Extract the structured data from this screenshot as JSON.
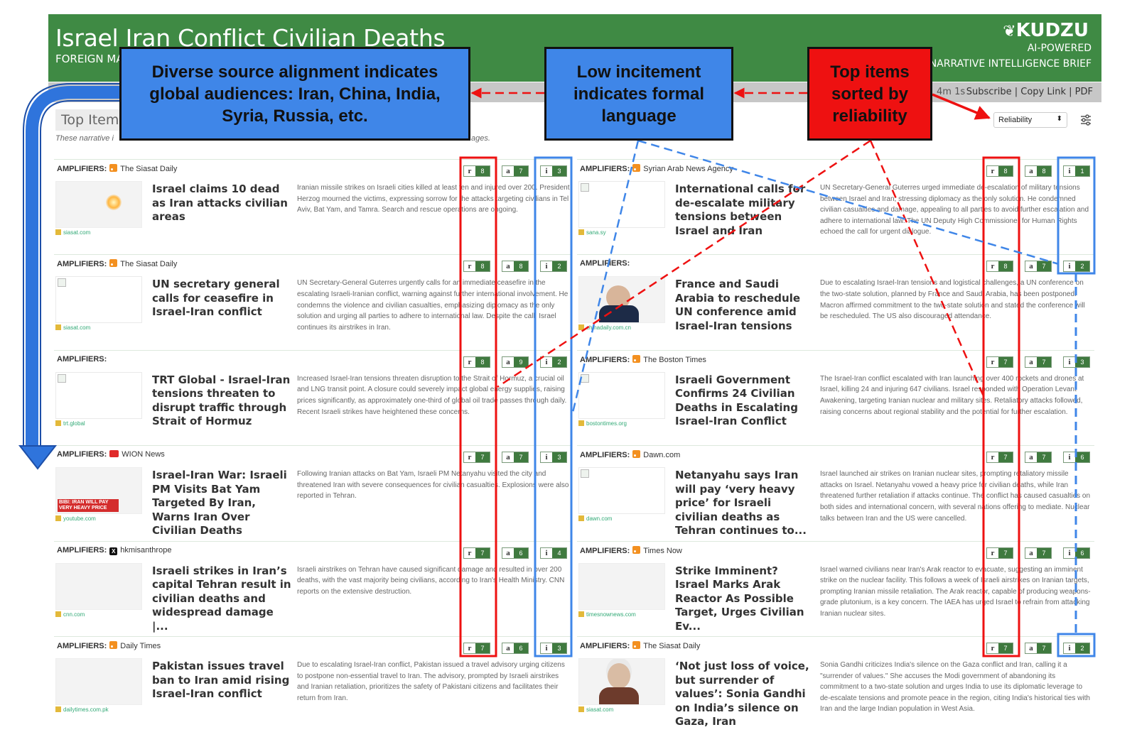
{
  "header": {
    "title": "Israel Iran Conflict Civilian Deaths",
    "subtitle": "FOREIGN MA",
    "logo": "KUDZU",
    "tagline_1": "AI-POWERED",
    "tagline_2": "NARRATIVE INTELLIGENCE BRIEF",
    "brand_color": "#3f8a44"
  },
  "toolbar": {
    "age": "4m 1s",
    "subscribe": "Subscribe",
    "copy_link": "Copy Link",
    "pdf": "PDF",
    "sep": "|"
  },
  "section": {
    "top_items": "Top Items",
    "note": "These narrative i",
    "note_end": "ages.",
    "sort_value": "Reliability",
    "filter_icon": "sliders-icon"
  },
  "callouts": {
    "sources": "Diverse source alignment indicates global audiences: Iran, China, India, Syria, Russia, etc.",
    "incitement": "Low incitement indicates formal language",
    "sorted": "Top items sorted by reliability"
  },
  "badge_letters": [
    "r",
    "a",
    "i"
  ],
  "amplifiers_label": "AMPLIFIERS:",
  "cards": [
    {
      "source": "The Siasat Daily",
      "source_icon": "rss",
      "headline": "Israel claims 10 dead as Iran attacks civilian areas",
      "summary": "Iranian missile strikes on Israeli cities killed at least ten and injured over 200. President Herzog mourned the victims, expressing sorrow for the attacks targeting civilians in Tel Aviv, Bat Yam, and Tamra. Search and rescue operations are ongoing.",
      "domain": "siasat.com",
      "thumb": "missile",
      "r": "8",
      "a": "7",
      "i": "3"
    },
    {
      "source": "Syrian Arab News Agency",
      "source_icon": "rss",
      "headline": "International calls for de-escalate military tensions between Israel and Iran",
      "summary": "UN Secretary-General Guterres urged immediate de-escalation of military tensions between Israel and Iran, stressing diplomacy as the only solution. He condemned civilian casualties and damage, appealing to all parties to avoid further escalation and adhere to international law. The UN Deputy High Commissioner for Human Rights echoed the call for urgent dialogue.",
      "domain": "sana.sy",
      "thumb": "broken",
      "r": "8",
      "a": "8",
      "i": "1"
    },
    {
      "source": "The Siasat Daily",
      "source_icon": "rss",
      "headline": "UN secretary general calls for ceasefire in Israel-Iran conflict",
      "summary": "UN Secretary-General Guterres urgently calls for an immediate ceasefire in the escalating Israeli-Iranian conflict, warning against further international involvement. He condemns the violence and civilian casualties, emphasizing diplomacy as the only solution and urging all parties to adhere to international law. Despite the call, Israel continues its airstrikes in Iran.",
      "domain": "siasat.com",
      "thumb": "broken",
      "r": "8",
      "a": "8",
      "i": "2"
    },
    {
      "source": "",
      "source_icon": "",
      "headline": "France and Saudi Arabia to reschedule UN conference amid Israel-Iran tensions",
      "summary": "Due to escalating Israel-Iran tensions and logistical challenges, a UN conference on the two-state solution, planned by France and Saudi Arabia, has been postponed. Macron affirmed commitment to the two-state solution and stated the conference will be rescheduled. The US also discouraged attendance.",
      "domain": "chinadaily.com.cn",
      "thumb": "macron",
      "r": "8",
      "a": "7",
      "i": "2"
    },
    {
      "source": "",
      "source_icon": "",
      "headline": "TRT Global - Israel-Iran tensions threaten to disrupt traffic through Strait of Hormuz",
      "summary": "Increased Israel-Iran tensions threaten disruption to the Strait of Hormuz, a crucial oil and LNG transit point. A closure could severely impact global energy supplies, raising prices significantly, as approximately one-third of global oil trade passes through daily. Recent Israeli strikes have heightened these concerns.",
      "domain": "trt.global",
      "thumb": "broken",
      "r": "8",
      "a": "9",
      "i": "2"
    },
    {
      "source": "The Boston Times",
      "source_icon": "rss",
      "headline": "Israeli Government Confirms 24 Civilian Deaths in Escalating Israel-Iran Conflict",
      "summary": "The Israel-Iran conflict escalated with Iran launching over 400 rockets and drones at Israel, killing 24 and injuring 647 civilians. Israel responded with Operation Levant Awakening, targeting Iranian nuclear and military sites. Retaliatory attacks followed, raising concerns about regional stability and the potential for further escalation.",
      "domain": "bostontimes.org",
      "thumb": "broken",
      "r": "7",
      "a": "7",
      "i": "3"
    },
    {
      "source": "WION News",
      "source_icon": "youtube",
      "headline": "Israel-Iran War: Israeli PM Visits Bat Yam Targeted By Iran, Warns Iran Over Civilian Deaths",
      "summary": "Following Iranian attacks on Bat Yam, Israeli PM Netanyahu visited the city and threatened Iran with severe consequences for civilian casualties. Explosions were also reported in Tehran.",
      "domain": "youtube.com",
      "thumb": "wion",
      "r": "7",
      "a": "7",
      "i": "3"
    },
    {
      "source": "Dawn.com",
      "source_icon": "rss",
      "headline": "Netanyahu says Iran will pay ‘very heavy price’ for Israeli civilian deaths as Tehran continues to...",
      "summary": "Israel launched air strikes on Iranian nuclear sites, prompting retaliatory missile attacks on Israel. Netanyahu vowed a heavy price for civilian deaths, while Iran threatened further retaliation if attacks continue. The conflict has caused casualties on both sides and international concern, with several nations offering to mediate. Nuclear talks between Iran and the US were cancelled.",
      "domain": "dawn.com",
      "thumb": "broken",
      "r": "7",
      "a": "7",
      "i": "6"
    },
    {
      "source": "hkmisanthrope",
      "source_icon": "x",
      "headline": "Israeli strikes in Iran’s capital Tehran result in civilian deaths and widespread damage |...",
      "summary": "Israeli airstrikes on Tehran have caused significant damage and resulted in over 200 deaths, with the vast majority being civilians, according to Iran's Health Ministry. CNN reports on the extensive destruction.",
      "domain": "cnn.com",
      "thumb": "tehran",
      "r": "7",
      "a": "6",
      "i": "4"
    },
    {
      "source": "Times Now",
      "source_icon": "rss",
      "headline": "Strike Imminent? Israel Marks Arak Reactor As Possible Target, Urges Civilian Ev...",
      "summary": "Israel warned civilians near Iran's Arak reactor to evacuate, suggesting an imminent strike on the nuclear facility. This follows a week of Israeli airstrikes on Iranian targets, prompting Iranian missile retaliation. The Arak reactor, capable of producing weapons-grade plutonium, is a key concern. The IAEA has urged Israel to refrain from attacking Iranian nuclear sites.",
      "domain": "timesnownews.com",
      "thumb": "arak",
      "r": "7",
      "a": "7",
      "i": "6"
    },
    {
      "source": "Daily Times",
      "source_icon": "rss",
      "headline": "Pakistan issues travel ban to Iran amid rising Israel-Iran conflict",
      "summary": "Due to escalating Israel-Iran conflict, Pakistan issued a travel advisory urging citizens to postpone non-essential travel to Iran. The advisory, prompted by Israeli airstrikes and Iranian retaliation, prioritizes the safety of Pakistani citizens and facilitates their return from Iran.",
      "domain": "dailytimes.com.pk",
      "thumb": "fire",
      "r": "7",
      "a": "6",
      "i": "3"
    },
    {
      "source": "The Siasat Daily",
      "source_icon": "rss",
      "headline": "‘Not just loss of voice, but surrender of values’: Sonia Gandhi on India’s silence on Gaza, Iran",
      "summary": "Sonia Gandhi criticizes India's silence on the Gaza conflict and Iran, calling it a \"surrender of values.\" She accuses the Modi government of abandoning its commitment to a two-state solution and urges India to use its diplomatic leverage to de-escalate tensions and promote peace in the region, citing India's historical ties with Iran and the large Indian population in West Asia.",
      "domain": "siasat.com",
      "thumb": "sonia",
      "r": "7",
      "a": "7",
      "i": "2"
    }
  ]
}
